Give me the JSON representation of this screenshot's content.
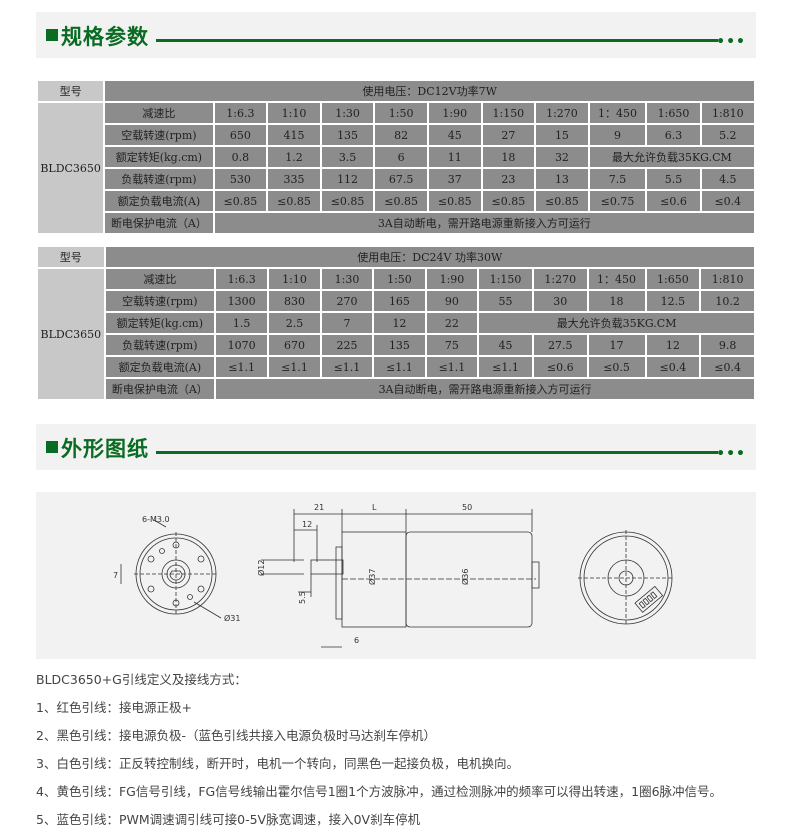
{
  "section1": {
    "title": "规格参数",
    "dots": "•••"
  },
  "section2": {
    "title": "外形图纸",
    "dots": "•••"
  },
  "table1": {
    "model_header": "型号",
    "voltage": "使用电压：DC12V功率7W",
    "model": "BLDC3650",
    "rows": [
      {
        "label": "减速比",
        "cells": [
          "1:6.3",
          "1:10",
          "1:30",
          "1:50",
          "1:90",
          "1:150",
          "1:270",
          "1：450",
          "1:650",
          "1:810"
        ]
      },
      {
        "label": "空载转速(rpm)",
        "cells": [
          "650",
          "415",
          "135",
          "82",
          "45",
          "27",
          "15",
          "9",
          "6.3",
          "5.2"
        ]
      },
      {
        "label": "额定转矩(kg.cm)",
        "cells": [
          "0.8",
          "1.2",
          "3.5",
          "6",
          "11",
          "18",
          "32"
        ],
        "merged": "最大允许负载35KG.CM"
      },
      {
        "label": "负载转速(rpm)",
        "cells": [
          "530",
          "335",
          "112",
          "67.5",
          "37",
          "23",
          "13",
          "7.5",
          "5.5",
          "4.5"
        ]
      },
      {
        "label": "额定负载电流(A)",
        "cells": [
          "≤0.85",
          "≤0.85",
          "≤0.85",
          "≤0.85",
          "≤0.85",
          "≤0.85",
          "≤0.85",
          "≤0.75",
          "≤0.6",
          "≤0.4"
        ]
      },
      {
        "label": "断电保护电流（A）",
        "full": "3A自动断电，需开路电源重新接入方可运行"
      }
    ]
  },
  "table2": {
    "model_header": "型号",
    "voltage": "使用电压：DC24V 功率30W",
    "model": "BLDC3650",
    "rows": [
      {
        "label": "减速比",
        "cells": [
          "1:6.3",
          "1:10",
          "1:30",
          "1:50",
          "1:90",
          "1:150",
          "1:270",
          "1：450",
          "1:650",
          "1:810"
        ]
      },
      {
        "label": "空载转速(rpm)",
        "cells": [
          "1300",
          "830",
          "270",
          "165",
          "90",
          "55",
          "30",
          "18",
          "12.5",
          "10.2"
        ]
      },
      {
        "label": "额定转矩(kg.cm)",
        "cells": [
          "1.5",
          "2.5",
          "7",
          "12",
          "22"
        ],
        "merged": "最大允许负载35KG.CM"
      },
      {
        "label": "负载转速(rpm)",
        "cells": [
          "1070",
          "670",
          "225",
          "135",
          "75",
          "45",
          "27.5",
          "17",
          "12",
          "9.8"
        ]
      },
      {
        "label": "额定负载电流(A)",
        "cells": [
          "≤1.1",
          "≤1.1",
          "≤1.1",
          "≤1.1",
          "≤1.1",
          "≤1.1",
          "≤0.6",
          "≤0.5",
          "≤0.4",
          "≤0.4"
        ]
      },
      {
        "label": "断电保护电流（A）",
        "full": "3A自动断电，需开路电源重新接入方可运行"
      }
    ]
  },
  "drawing": {
    "labels": {
      "m3": "6-M3.0",
      "d31": "Ø31",
      "seven": "7",
      "d21": "21",
      "dL": "L",
      "d50": "50",
      "d12": "12",
      "phi12": "Ø12",
      "phi37": "Ø37",
      "phi36": "Ø36",
      "d55": "5.5",
      "d6": "6"
    }
  },
  "wiring": [
    "BLDC3650+G引线定义及接线方式：",
    "1、红色引线：接电源正极+",
    "2、黑色引线：接电源负极-（蓝色引线共接入电源负极时马达刹车停机）",
    "3、白色引线：正反转控制线，断开时，电机一个转向，同黑色一起接负极，电机换向。",
    "4、黄色引线：FG信号引线，FG信号线输出霍尔信号1圈1个方波脉冲，通过检测脉冲的频率可以得出转速，1圈6脉冲信号。",
    "5、蓝色引线：PWM调速调引线可接0-5V脉宽调速，接入0V刹车停机"
  ]
}
